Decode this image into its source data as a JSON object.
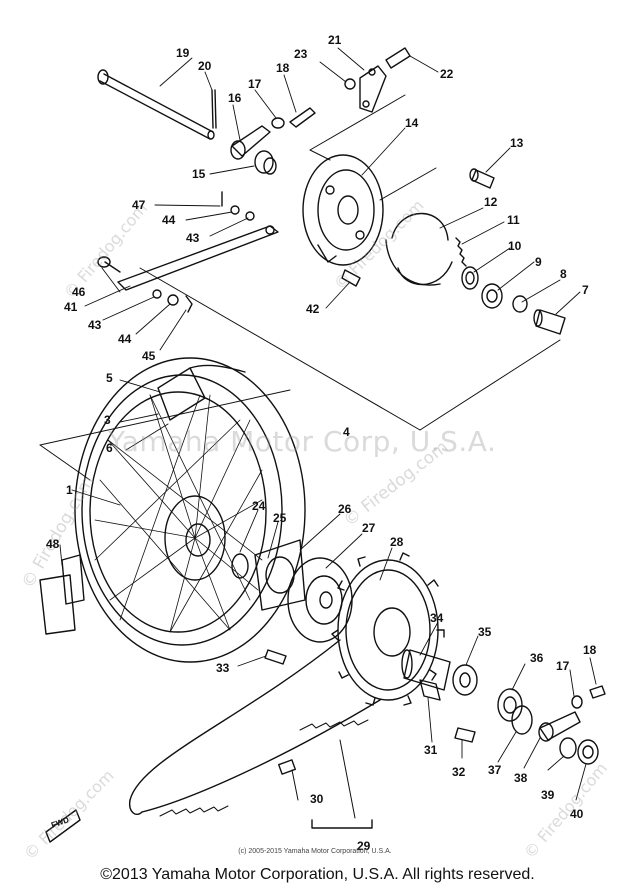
{
  "watermark": {
    "center": "Yamaha Motor Corp, U.S.A.",
    "site": "© Firedog.com"
  },
  "fwd_label": "FWD",
  "copyright_small": "(c) 2005-2015 Yamaha Motor Corporation, U.S.A.",
  "copyright_main": "©2013 Yamaha Motor Corporation, U.S.A. All rights reserved.",
  "callouts": [
    "1",
    "3",
    "4",
    "5",
    "6",
    "7",
    "8",
    "9",
    "10",
    "11",
    "12",
    "13",
    "14",
    "15",
    "16",
    "17",
    "17",
    "18",
    "18",
    "19",
    "20",
    "21",
    "22",
    "23",
    "24",
    "25",
    "26",
    "27",
    "28",
    "29",
    "30",
    "31",
    "32",
    "33",
    "34",
    "35",
    "36",
    "37",
    "38",
    "39",
    "40",
    "41",
    "42",
    "43",
    "43",
    "44",
    "44",
    "45",
    "46",
    "47",
    "48"
  ]
}
